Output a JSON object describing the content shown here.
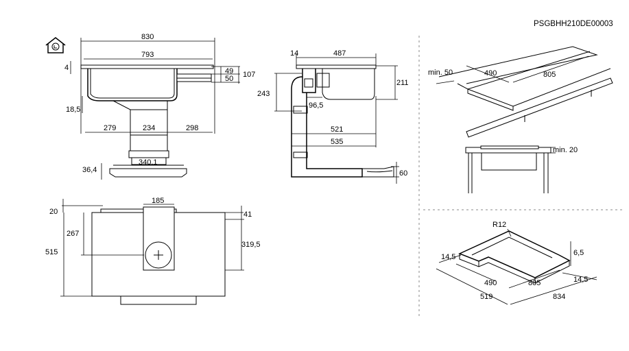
{
  "header": {
    "code": "PSGBHH210DE00003"
  },
  "front_view": {
    "width_total": "830",
    "width_inner": "793",
    "glass_thickness": "4",
    "frame_height_a": "49",
    "frame_height_b": "50",
    "total_height": "107",
    "offset_bottom": "18,5",
    "seg_left": "279",
    "seg_mid": "234",
    "seg_right": "298",
    "foot_height": "36,4",
    "foot_width": "340,1"
  },
  "side_view": {
    "offset_top": "14",
    "depth": "487",
    "height_243": "243",
    "height_211": "211",
    "duct_offset": "96,5",
    "depth_521": "521",
    "depth_535": "535",
    "duct_height": "60"
  },
  "top_view": {
    "edge_top": "20",
    "duct_width": "185",
    "edge_right": "41",
    "center_y": "267",
    "depth_total": "515",
    "center_from_right": "319,5"
  },
  "cutout_view": {
    "min_front": "min. 50",
    "cut_depth": "490",
    "cut_width": "805",
    "min_side": "min. 20"
  },
  "flush_view": {
    "radius": "R12",
    "edge_depth": "6,5",
    "border_left": "14,5",
    "border_right": "14,5",
    "inner_depth": "490",
    "inner_width": "805",
    "outer_depth": "519",
    "outer_width": "834"
  },
  "icons": [
    "energy-class-house-icon"
  ]
}
